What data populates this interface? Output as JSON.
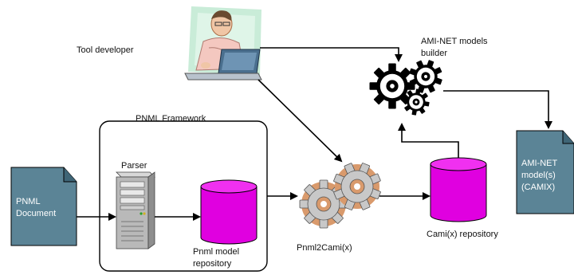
{
  "labels": {
    "tool_developer": "Tool developer",
    "pnml_framework": "PNML Framework",
    "parser": "Parser",
    "pnml_document_line1": "PNML",
    "pnml_document_line2": "Document",
    "pnml_repo_line1": "Pnml model",
    "pnml_repo_line2": "repository",
    "pnml2cami": "Pnml2Cami(x)",
    "cami_repo": "Cami(x) repository",
    "ami_builder_line1": "AMI-NET models",
    "ami_builder_line2": "builder",
    "ami_model_line1": "AMI-NET",
    "ami_model_line2": "model(s)",
    "ami_model_line3": "(CAMIX)"
  },
  "colors": {
    "document_fill": "#5b8496",
    "database_fill": "#e000e0",
    "gear_gray": "#c8c8c8",
    "gear_orange": "#d99a6c",
    "gear_black": "#000000",
    "arrow": "#000000",
    "framework_border": "#000000"
  },
  "icons": {
    "developer": "developer-at-laptop-icon",
    "server": "server-tower-icon",
    "database": "database-cylinder-icon",
    "document": "document-icon",
    "gears": "gears-icon"
  }
}
